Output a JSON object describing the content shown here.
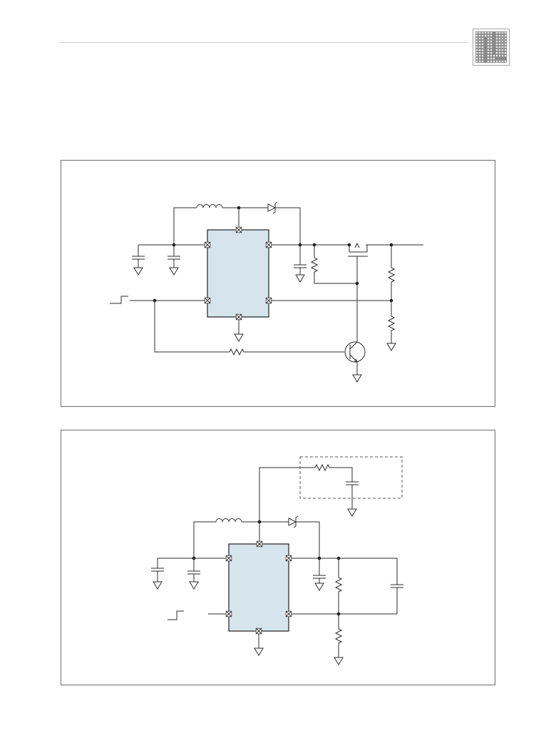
{
  "page": {
    "logo_icon": "dot-matrix-logo-icon"
  },
  "colors": {
    "ic_fill": "#d6e5ec",
    "wire": "#2b2b2b",
    "frame": "#6e6e6e",
    "header_rule": "#cfcfcf"
  },
  "figures": [
    {
      "id": "schematic-1",
      "components": [
        "inductor",
        "schottky-diode",
        "ic-block",
        "input-capacitor",
        "supply-capacitor",
        "output-capacitor",
        "resistor",
        "p-channel-mosfet",
        "feedback-resistor-top",
        "feedback-resistor-bottom",
        "npn-transistor",
        "base-resistor",
        "enable-step-signal",
        "ground"
      ]
    },
    {
      "id": "schematic-2",
      "components": [
        "inductor",
        "schottky-diode",
        "ic-block",
        "input-capacitor",
        "supply-capacitor",
        "output-capacitor",
        "feedback-resistor-top",
        "feedback-resistor-bottom",
        "feedforward-capacitor",
        "optional-rc-snubber",
        "enable-step-signal",
        "ground"
      ]
    }
  ]
}
